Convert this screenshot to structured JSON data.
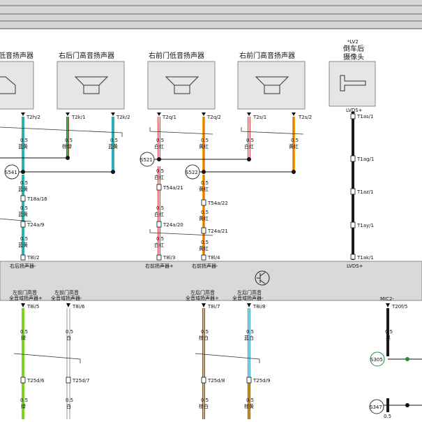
{
  "speakers": [
    {
      "title": "低音扬声器"
    },
    {
      "title": "右后门高音扬声器"
    },
    {
      "title": "右前门低音扬声器"
    },
    {
      "title": "右前门高音扬声器"
    }
  ],
  "camera": {
    "tag": "*LV2",
    "title1": "倒车后",
    "title2": "摄像头"
  },
  "pins_top": [
    "T2h/2",
    "T2k/1",
    "T2k/2",
    "T2q/1",
    "T2q/2",
    "T2s/1",
    "T2s/2",
    "LVDS+"
  ],
  "wire_labels": [
    {
      "size": "0.5",
      "color": "蓝黄"
    },
    {
      "size": "0.5",
      "color": "棕绿"
    },
    {
      "size": "0.5",
      "color": "蓝黄"
    },
    {
      "size": "0.5",
      "color": "白红"
    },
    {
      "size": "0.5",
      "color": "黄红"
    },
    {
      "size": "0.5",
      "color": "白红"
    },
    {
      "size": "0.5",
      "color": "黄红"
    }
  ],
  "splices": [
    "S541",
    "S521",
    "S522"
  ],
  "lower_left": {
    "w1": {
      "size": "0.5",
      "color": "蓝黄"
    },
    "c1": "T18a/16",
    "w2": {
      "size": "0.5",
      "color": "蓝黄"
    },
    "c2": "T24a/9",
    "w3": {
      "size": "0.5",
      "color": "蓝黄"
    },
    "c3": "T8l/2",
    "bus": "右后扬声器-"
  },
  "lower_mid_a": {
    "w1": {
      "size": "0.5",
      "color": "白红"
    },
    "c1": "T54a/21",
    "w2": {
      "size": "0.5",
      "color": "白红"
    },
    "c2": "T24a/20",
    "w3": {
      "size": "0.5",
      "color": "白红"
    },
    "c3": "T8l/3",
    "bus": "右前扬声器+"
  },
  "lower_mid_b": {
    "w1": {
      "size": "0.5",
      "color": "黄红"
    },
    "c1": "T54a/22",
    "w2": {
      "size": "0.5",
      "color": "黄红"
    },
    "c2": "T24a/21",
    "w3": {
      "size": "0.5",
      "color": "黄红"
    },
    "c3": "T8l/4",
    "bus": "右前扬声器-"
  },
  "camera_chain": [
    "T1as/1",
    "T1ag/1",
    "T1az/1",
    "T1ay/1",
    "T1ak/1"
  ],
  "camera_bus": "LVDS+",
  "bottom_outputs": [
    {
      "l1": "左前门高音",
      "l2": "全音域扬声器+",
      "pin": "T8i/5",
      "c": "T25d/6",
      "size": "0.5",
      "color": "绿"
    },
    {
      "l1": "左前门高音",
      "l2": "全音域扬声器-",
      "pin": "T8i/6",
      "c": "T25d/7",
      "size": "0.5",
      "color": "白"
    },
    {
      "l1": "左后门高音",
      "l2": "全音域扬声器+",
      "pin": "T8i/7",
      "c": "T25d/8",
      "size": "0.5",
      "color": "棕白"
    },
    {
      "l1": "左后门高音",
      "l2": "全音域扬声器-",
      "pin": "T8i/8",
      "c": "T25d/9",
      "size": "0.5",
      "color": "蓝白",
      "color2": "棕黄"
    }
  ],
  "mic": {
    "label": "MIC2-",
    "pin": "T20f/5",
    "size": "0.5",
    "color": "黑",
    "splice1": "S305",
    "splice2": "S347",
    "size2": "0.5"
  },
  "colors": {
    "blue": "#2aa7d6",
    "green": "#2bbf6e",
    "yellowgreen": "#b9d83a",
    "brown": "#8a5a2b",
    "red": "#e23a3a",
    "white": "#ffffff",
    "yellow": "#f2b000",
    "black": "#1a1a1a",
    "gray_box": "#e6e6e6",
    "band": "#d9d9d9"
  }
}
